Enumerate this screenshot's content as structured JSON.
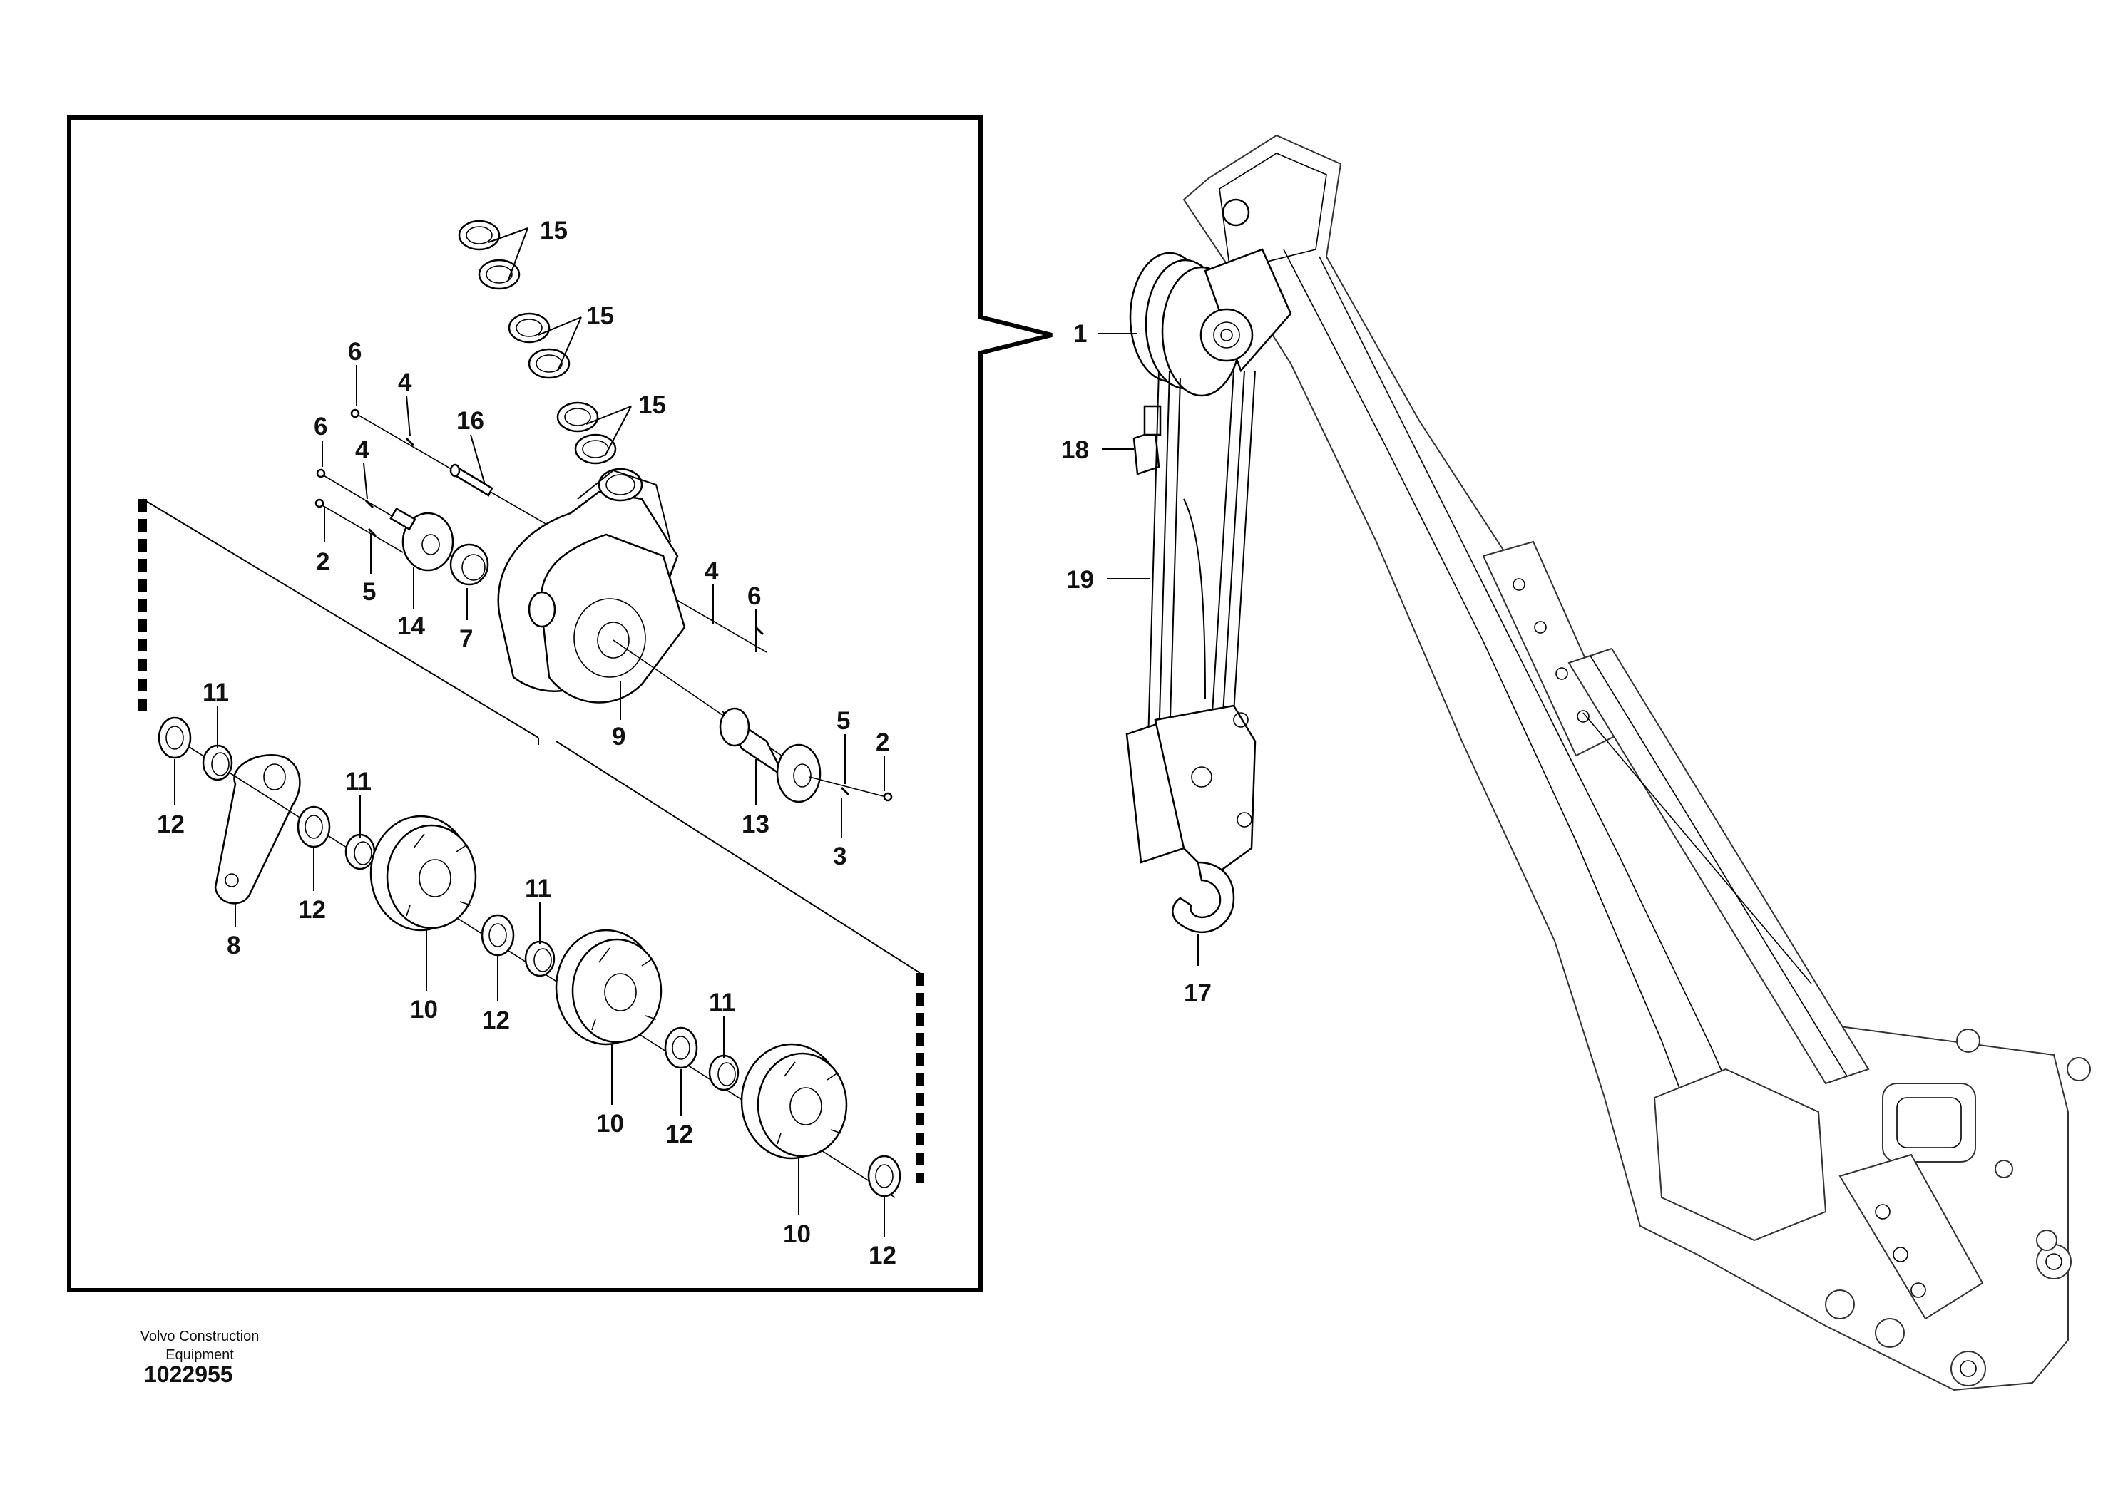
{
  "caption": {
    "brand_line1": "Volvo Construction",
    "brand_line2": "Equipment",
    "drawing_number": "1022955"
  },
  "detail_labels": {
    "p2a": "2",
    "p2b": "2",
    "p3": "3",
    "p4a": "4",
    "p4b": "4",
    "p4c": "4",
    "p5a": "5",
    "p5b": "5",
    "p6a": "6",
    "p6b": "6",
    "p6c": "6",
    "p7": "7",
    "p8": "8",
    "p9": "9",
    "p10a": "10",
    "p10b": "10",
    "p10c": "10",
    "p11a": "11",
    "p11b": "11",
    "p11c": "11",
    "p11d": "11",
    "p12a": "12",
    "p12b": "12",
    "p12c": "12",
    "p12d": "12",
    "p12e": "12",
    "p13": "13",
    "p14": "14",
    "p15a": "15",
    "p15b": "15",
    "p15c": "15",
    "p16": "16"
  },
  "overview_labels": {
    "p1": "1",
    "p17": "17",
    "p18": "18",
    "p19": "19"
  }
}
